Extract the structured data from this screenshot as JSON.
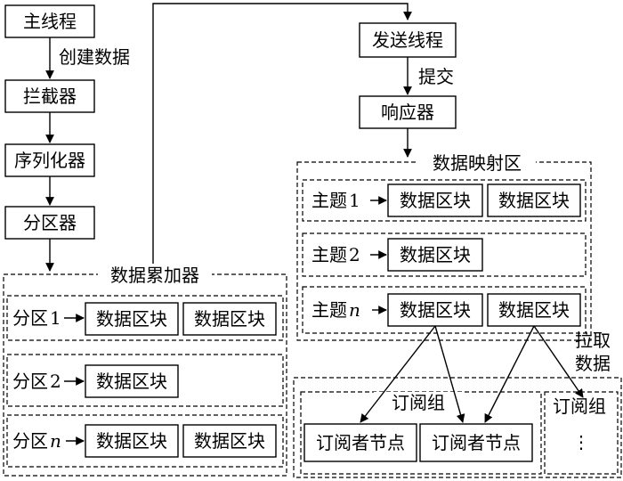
{
  "producer": {
    "main_thread": "主线程",
    "create_data_label": "创建数据",
    "interceptor": "拦截器",
    "serializer": "序列化器",
    "partitioner": "分区器"
  },
  "accumulator": {
    "title": "数据累加器",
    "partition_prefix": "分区",
    "partition_1_suffix": "1",
    "partition_2_suffix": "2",
    "partition_n_suffix": "n",
    "block": "数据区块"
  },
  "sender": {
    "send_thread": "发送线程",
    "submit_label": "提交",
    "responder": "响应器"
  },
  "mapping": {
    "title": "数据映射区",
    "topic_prefix": "主题",
    "topic_1_suffix": "1",
    "topic_2_suffix": "2",
    "topic_n_suffix": "n",
    "block": "数据区块"
  },
  "consumers": {
    "pull_label_line1": "拉取",
    "pull_label_line2": "数据",
    "group_label": "订阅组",
    "subscriber": "订阅者节点",
    "ellipsis": "⋮"
  }
}
